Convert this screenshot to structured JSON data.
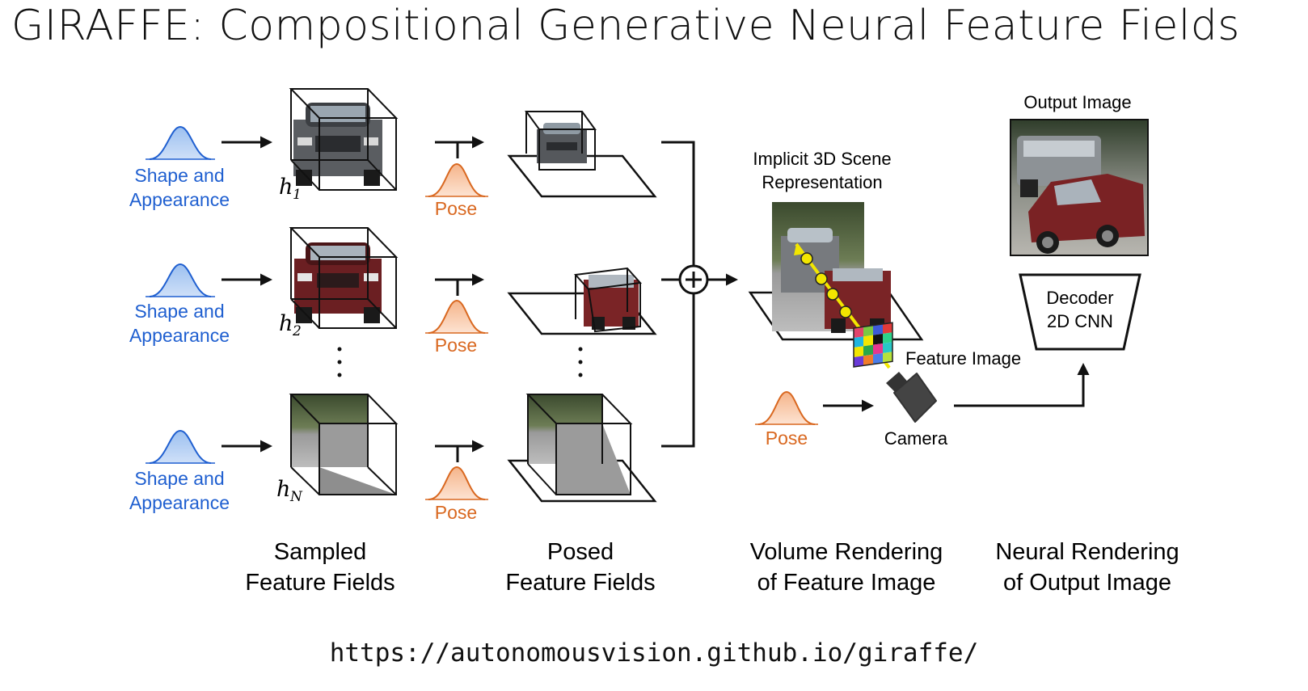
{
  "title": "GIRAFFE: Compositional Generative Neural Feature Fields",
  "url": "https://autonomousvision.github.io/giraffe/",
  "labels": {
    "shape_appearance_line1": "Shape and",
    "shape_appearance_line2": "Appearance",
    "pose": "Pose",
    "h1": "h",
    "h1_sub": "1",
    "h2": "h",
    "h2_sub": "2",
    "hN": "h",
    "hN_sub": "N",
    "scene_line1": "Implicit 3D Scene",
    "scene_line2": "Representation",
    "feature_image": "Feature Image",
    "camera": "Camera",
    "output_image": "Output Image",
    "decoder_line1": "Decoder",
    "decoder_line2": "2D CNN"
  },
  "stages": [
    {
      "line1": "Sampled",
      "line2": "Feature Fields"
    },
    {
      "line1": "Posed",
      "line2": "Feature Fields"
    },
    {
      "line1": "Volume Rendering",
      "line2": "of Feature Image"
    },
    {
      "line1": "Neural Rendering",
      "line2": "of Output Image"
    }
  ],
  "colors": {
    "shape_blue": "#1f5fd0",
    "pose_orange": "#d96820",
    "ray_yellow": "#f2e600"
  }
}
